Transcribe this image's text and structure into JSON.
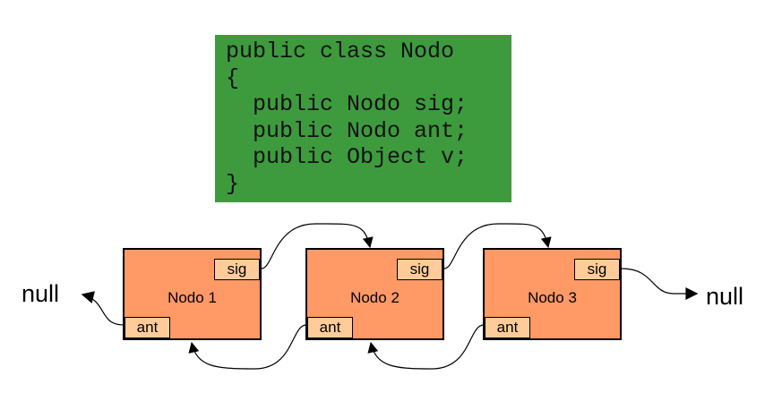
{
  "code": {
    "lines": [
      "public class Nodo",
      "{",
      "  public Nodo sig;",
      "  public Nodo ant;",
      "  public Object v;",
      "}"
    ],
    "background": "#3d9b3d"
  },
  "nodes": [
    {
      "label": "Nodo 1",
      "sig": "sig",
      "ant": "ant"
    },
    {
      "label": "Nodo 2",
      "sig": "sig",
      "ant": "ant"
    },
    {
      "label": "Nodo 3",
      "sig": "sig",
      "ant": "ant"
    }
  ],
  "null_left": "null",
  "null_right": "null",
  "colors": {
    "node_fill": "#ff9966",
    "field_fill": "#ffcc99"
  }
}
